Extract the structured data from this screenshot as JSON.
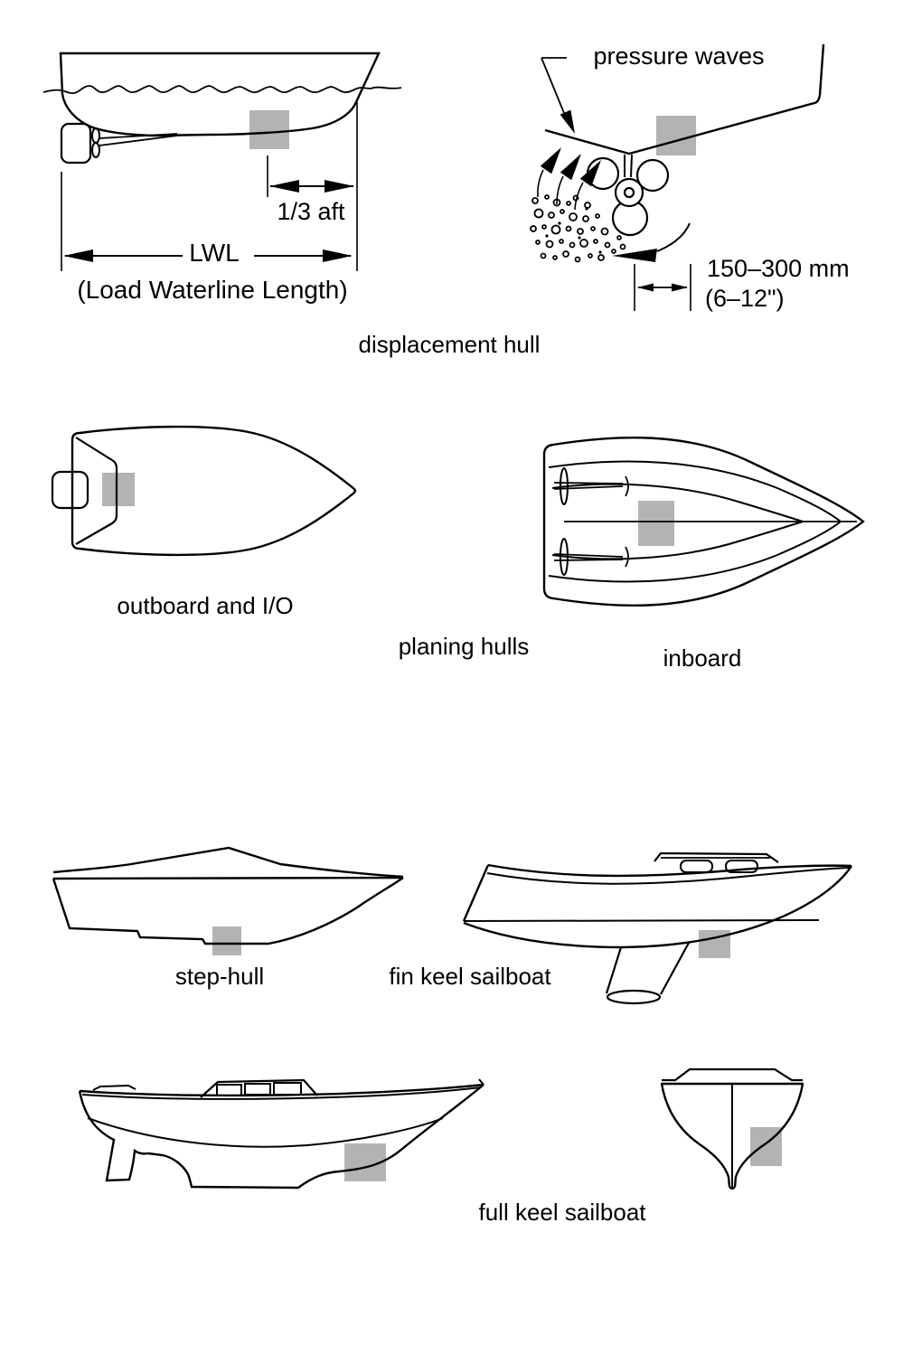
{
  "page": {
    "background": "#ffffff",
    "line_color": "#000000",
    "marker_color": "#b3b3b3"
  },
  "labels": {
    "displacement_hull": "displacement hull",
    "outboard": "outboard and I/O",
    "planing_hulls": "planing hulls",
    "inboard": "inboard",
    "step_hull": "step-hull",
    "fin_keel": "fin keel sailboat",
    "full_keel": "full keel sailboat"
  },
  "annotations": {
    "third_aft": "1/3 aft",
    "lwl_abbr": "LWL",
    "lwl_full": "(Load Waterline Length)",
    "pressure_waves": "pressure waves",
    "distance_metric": "150–300 mm",
    "distance_imperial": "(6–12\")"
  }
}
